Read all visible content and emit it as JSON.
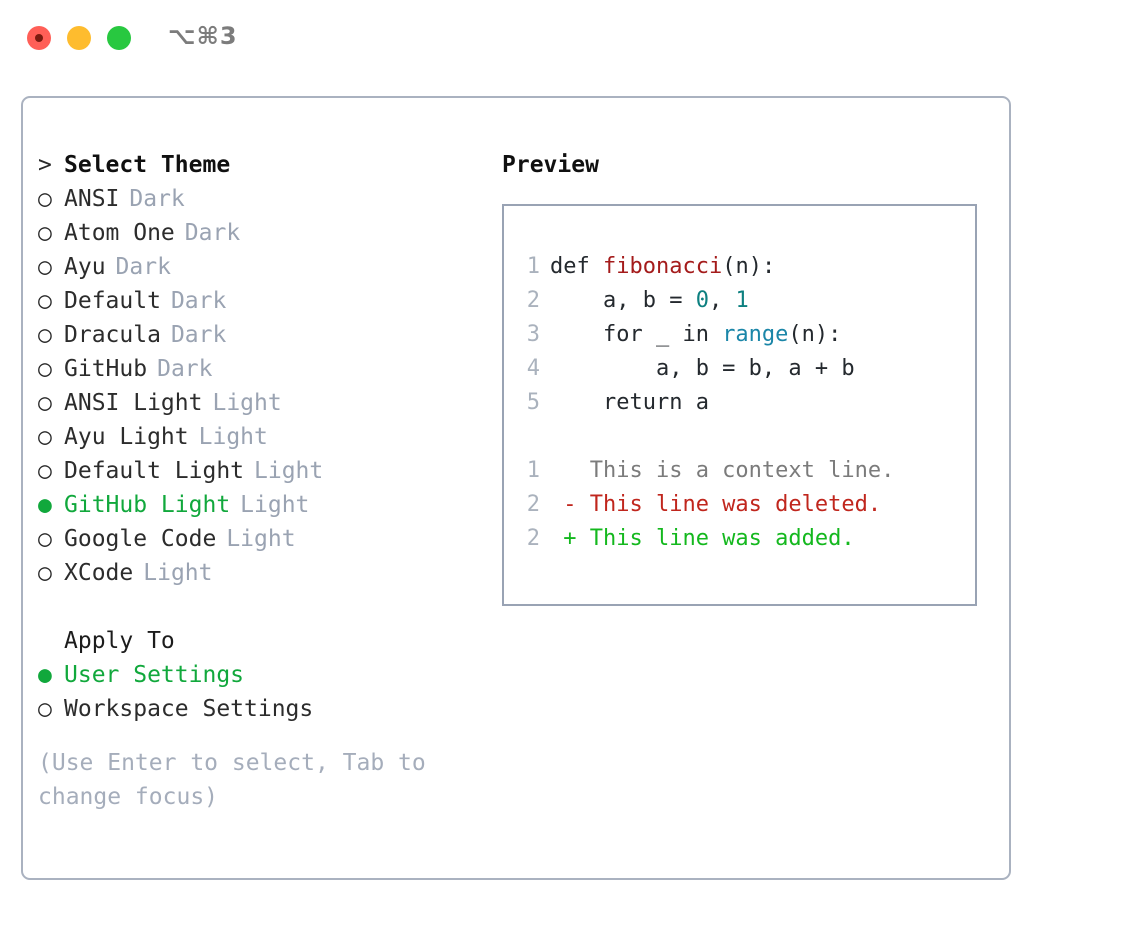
{
  "titlebar": {
    "shortcut": "⌥⌘3",
    "lights": [
      "close-red",
      "minimize-yellow",
      "zoom-green"
    ]
  },
  "colors": {
    "accent_green": "#11a83c",
    "muted": "#9aa3b2",
    "hint": "#a5adbb",
    "border": "#aab2c0",
    "code_border": "#99a3b4",
    "fn_red": "#a41b1b",
    "num_teal": "#0d8080",
    "call_blue": "#1b86a8",
    "diff_add": "#14b81e",
    "diff_del": "#c0261d",
    "diff_ctx": "#7b7b7b"
  },
  "theme_picker": {
    "header": "Select Theme",
    "header_marker": ">",
    "unselected_marker": "○",
    "selected_marker": "●",
    "items": [
      {
        "name": "ANSI",
        "variant": "Dark",
        "selected": false
      },
      {
        "name": "Atom One",
        "variant": "Dark",
        "selected": false
      },
      {
        "name": "Ayu",
        "variant": "Dark",
        "selected": false
      },
      {
        "name": "Default",
        "variant": "Dark",
        "selected": false
      },
      {
        "name": "Dracula",
        "variant": "Dark",
        "selected": false
      },
      {
        "name": "GitHub",
        "variant": "Dark",
        "selected": false
      },
      {
        "name": "ANSI Light",
        "variant": "Light",
        "selected": false
      },
      {
        "name": "Ayu Light",
        "variant": "Light",
        "selected": false
      },
      {
        "name": "Default Light",
        "variant": "Light",
        "selected": false
      },
      {
        "name": "GitHub Light",
        "variant": "Light",
        "selected": true
      },
      {
        "name": "Google Code",
        "variant": "Light",
        "selected": false
      },
      {
        "name": "XCode",
        "variant": "Light",
        "selected": false
      }
    ]
  },
  "apply_to": {
    "header": "Apply To",
    "items": [
      {
        "name": "User Settings",
        "selected": true
      },
      {
        "name": "Workspace Settings",
        "selected": false
      }
    ]
  },
  "hint": "(Use Enter to select, Tab to change focus)",
  "preview": {
    "title": "Preview",
    "code": [
      {
        "n": "1",
        "segments": [
          {
            "t": "def ",
            "c": "kw"
          },
          {
            "t": "fibonacci",
            "c": "fn"
          },
          {
            "t": "(n):",
            "c": "plain"
          }
        ]
      },
      {
        "n": "2",
        "segments": [
          {
            "t": "    a, b = ",
            "c": "plain"
          },
          {
            "t": "0",
            "c": "num"
          },
          {
            "t": ", ",
            "c": "plain"
          },
          {
            "t": "1",
            "c": "num"
          }
        ]
      },
      {
        "n": "3",
        "segments": [
          {
            "t": "    for _ in ",
            "c": "kw"
          },
          {
            "t": "range",
            "c": "call"
          },
          {
            "t": "(n):",
            "c": "plain"
          }
        ]
      },
      {
        "n": "4",
        "segments": [
          {
            "t": "        a, b = b, a + b",
            "c": "plain"
          }
        ]
      },
      {
        "n": "5",
        "segments": [
          {
            "t": "    return a",
            "c": "kw"
          }
        ]
      }
    ],
    "diff": [
      {
        "n": "1",
        "sign": " ",
        "text": "This is a context line.",
        "kind": "ctx"
      },
      {
        "n": "2",
        "sign": "-",
        "text": "This line was deleted.",
        "kind": "del"
      },
      {
        "n": "2",
        "sign": "+",
        "text": "This line was added.",
        "kind": "add"
      }
    ]
  }
}
